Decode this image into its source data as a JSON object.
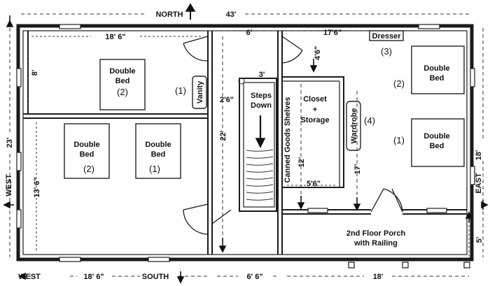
{
  "compass": {
    "north": "NORTH",
    "south": "SOUTH",
    "east": "EAST",
    "west_left": "WEST",
    "west_bottom": "WEST"
  },
  "dimensions": {
    "overall_width": "43'",
    "overall_depth": "23'",
    "room_top_left_width": "18' 6\"",
    "room_top_left_depth": "8'",
    "room_bottom_left_depth": "13' 6\"",
    "bottom_left_width": "18' 6\"",
    "hall_width": "6'",
    "hall_depth": "22'",
    "hall_door_width": "2'6\"",
    "stairs_width": "3'",
    "closet_width": "5'6\"",
    "closet_depth": "12'",
    "right_room_width": "17'6\"",
    "right_room_depth": "17'",
    "right_room_depth_outer": "18'",
    "door_offset": "4'6\"",
    "porch_depth": "5'",
    "porch_width": "18'",
    "stair_bottom_width": "6' 6\""
  },
  "rooms": {
    "vanity": "Vanity",
    "steps_line1": "Steps",
    "steps_line2": "Down",
    "closet_line1": "Closet",
    "closet_line2": "+",
    "closet_line3": "Storage",
    "canned_goods": "Canned Goods Shelves",
    "wardrobe": "Wardrobe",
    "dresser": "Dresser",
    "porch_line1": "2nd Floor Porch",
    "porch_line2": "with Railing"
  },
  "beds": {
    "line1": "Double",
    "line2": "Bed",
    "top_left_num": "(2)",
    "bottom_left_a_num": "(2)",
    "bottom_left_b_num": "(1)",
    "right_top_num": "(2)",
    "right_bottom_num": "(1)"
  },
  "markers": {
    "vanity_num": "(1)",
    "wardrobe_num": "(4)",
    "dresser_num": "(3)"
  }
}
